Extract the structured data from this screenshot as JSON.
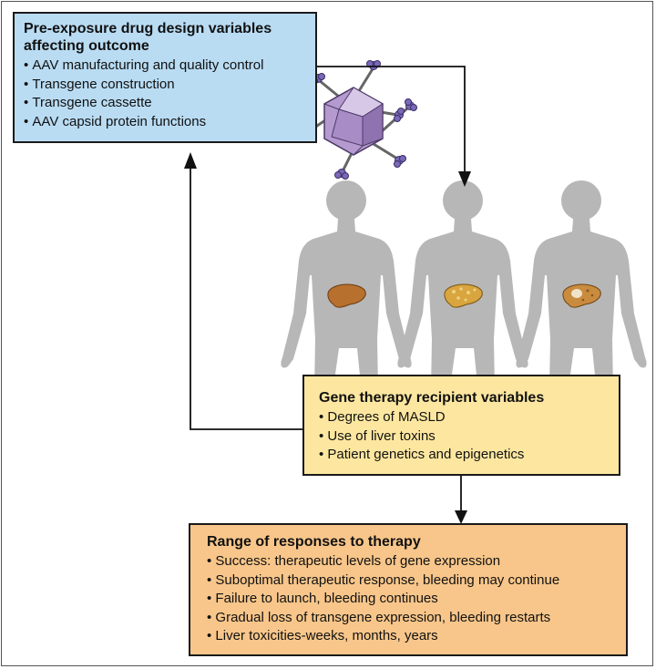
{
  "pre_exposure": {
    "title_line1": "Pre-exposure drug design variables",
    "title_line2": "affecting outcome",
    "items": [
      "AAV manufacturing and quality control",
      "Transgene construction",
      "Transgene cassette",
      "AAV capsid protein functions"
    ]
  },
  "recipient": {
    "title": "Gene therapy recipient variables",
    "items": [
      "Degrees of MASLD",
      "Use of liver toxins",
      "Patient genetics and epigenetics"
    ]
  },
  "responses": {
    "title": "Range of responses to therapy",
    "items": [
      "Success: therapeutic levels of gene expression",
      "Suboptimal therapeutic response, bleeding may continue",
      "Failure to launch, bleeding continues",
      "Gradual loss of transgene expression, bleeding restarts",
      "Liver toxicities-weeks, months, years"
    ]
  },
  "colors": {
    "pre_box": "#b9dcf3",
    "recipient_box": "#fde7a0",
    "responses_box": "#f8c68a",
    "silhouette": "#b7b7b7",
    "liver_healthy": "#b8702e",
    "liver_fatty": "#d9a53f",
    "liver_damaged": "#c98b3e",
    "capsid": "#b59ad0"
  },
  "icons": [
    "aav-capsid-icon",
    "human-silhouette-icon",
    "liver-icon"
  ]
}
